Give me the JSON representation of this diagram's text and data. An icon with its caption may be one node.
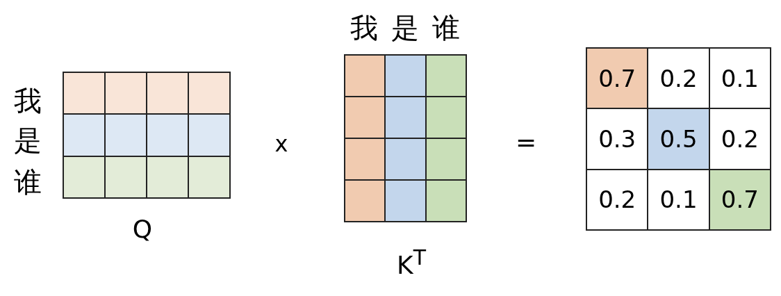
{
  "diagram": {
    "labels": [
      "我",
      "是",
      "谁",
      "Q",
      "x",
      "我",
      "是",
      "谁",
      "K$^{T}$",
      "=",
      "0.7",
      "0.2",
      "0.1",
      "0.3",
      "0.5",
      "0.2",
      "0.2",
      "0.1",
      "0.7"
    ]
  }
}
